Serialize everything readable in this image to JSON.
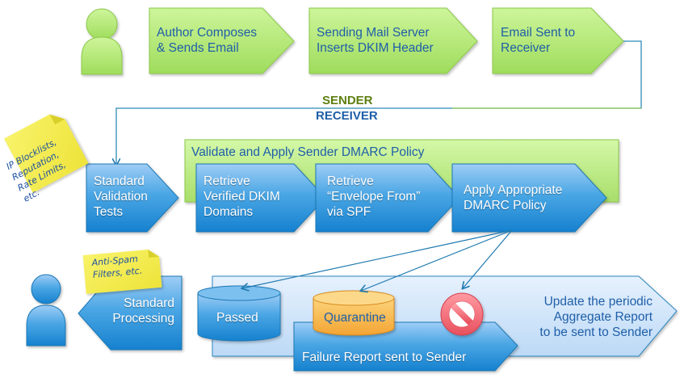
{
  "diagram": {
    "title": "DMARC email authentication flow",
    "lanes": {
      "sender_label": "SENDER",
      "receiver_label": "RECEIVER",
      "sender_color": "#5d7f10",
      "receiver_color": "#1f5fa8"
    },
    "sender_steps": [
      {
        "label_line1": "Author Composes",
        "label_line2": "& Sends Email"
      },
      {
        "label_line1": "Sending Mail Server",
        "label_line2": "Inserts DKIM Header"
      },
      {
        "label_line1": "Email Sent to",
        "label_line2": "Receiver"
      }
    ],
    "receiver": {
      "note_validation": {
        "line1": "IP Blocklists,",
        "line2": "Reputation,",
        "line3": "Rate Limits,",
        "line4": "etc."
      },
      "standard_validation": {
        "line1": "Standard",
        "line2": "Validation",
        "line3": "Tests"
      },
      "dmarc_group_title": "Validate and Apply Sender DMARC Policy",
      "dmarc_steps": [
        {
          "line1": "Retrieve",
          "line2": "Verified DKIM",
          "line3": "Domains"
        },
        {
          "line1": "Retrieve",
          "line2": "“Envelope From”",
          "line3": "via SPF"
        },
        {
          "line1": "Apply Appropriate",
          "line2": "DMARC Policy",
          "line3": ""
        }
      ],
      "note_antispam": {
        "line1": "Anti-Spam",
        "line2": "Filters, etc."
      },
      "standard_processing": {
        "line1": "Standard",
        "line2": "Processing"
      },
      "outcomes": {
        "passed": "Passed",
        "quarantine": "Quarantine",
        "reject_icon": "prohibited-icon"
      },
      "failure_report": "Failure Report sent to Sender",
      "aggregate_report": {
        "line1": "Update the periodic",
        "line2": "Aggregate Report",
        "line3": "to be sent to Sender"
      }
    },
    "colors": {
      "green_fill": "#b4e67a",
      "green_stroke": "#7fbf3a",
      "blue_fill": "#3b9ddc",
      "blue_stroke": "#1f78b4",
      "light_blue_fill": "#d6e8fb",
      "orange_fill": "#f7b84a",
      "red_icon": "#f0606a",
      "note_yellow": "#f6ef4f"
    }
  }
}
